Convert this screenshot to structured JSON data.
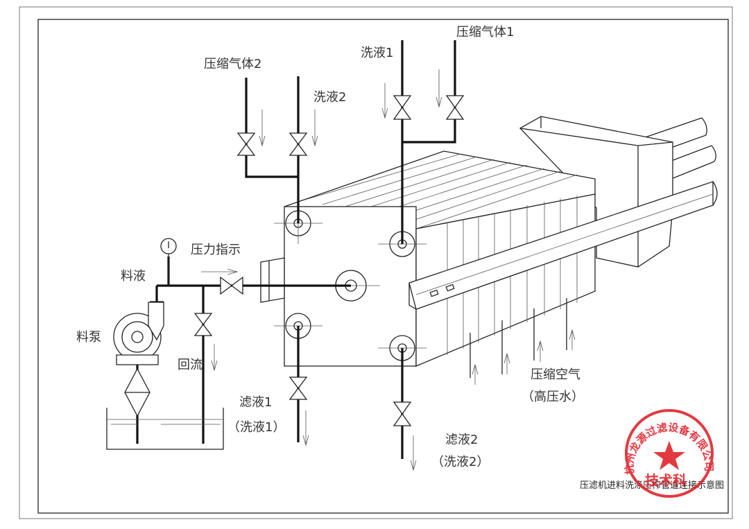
{
  "labels": {
    "gas2": "压缩气体2",
    "wash2_top": "洗液2",
    "wash1_top": "洗液1",
    "gas1": "压缩气体1",
    "pressure": "压力指示",
    "feed": "料液",
    "pump": "料泵",
    "return_flow": "回流",
    "filtrate1": "滤液1",
    "filtrate1_wash": "（洗液1）",
    "filtrate2": "滤液2",
    "filtrate2_wash": "（洗液2）",
    "air": "压缩空气",
    "air_water": "（高压水）",
    "caption": "压滤机进料洗涤压榨管道连接示意图"
  },
  "stamp": {
    "arc_text": "杭州龙源过滤设备有限公司",
    "dept": "技术科",
    "color": "#e0242c"
  }
}
